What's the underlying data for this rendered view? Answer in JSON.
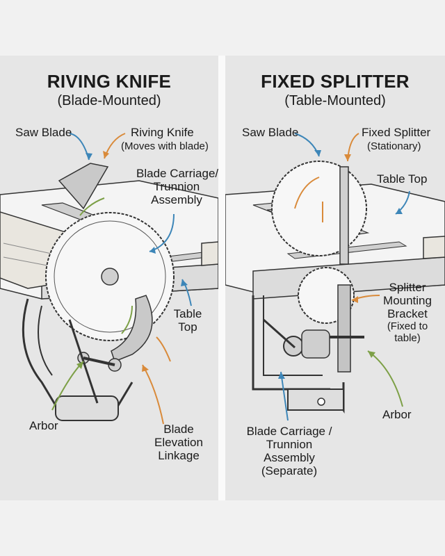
{
  "left": {
    "title": "RIVING KNIFE",
    "subtitle": "(Blade-Mounted)",
    "labels": {
      "saw_blade": "Saw Blade",
      "riving_knife": "Riving Knife",
      "riving_knife_note": "(Moves with blade)",
      "carriage_1": "Blade Carriage/",
      "carriage_2": "Trunnion",
      "carriage_3": "Assembly",
      "table_top_1": "Table",
      "table_top_2": "Top",
      "arbor": "Arbor",
      "elevation_1": "Blade",
      "elevation_2": "Elevation",
      "elevation_3": "Linkage"
    }
  },
  "right": {
    "title": "FIXED SPLITTER",
    "subtitle": "(Table-Mounted)",
    "labels": {
      "saw_blade": "Saw Blade",
      "fixed_splitter": "Fixed Splitter",
      "fixed_splitter_note": "(Stationary)",
      "table_top": "Table Top",
      "bracket_1": "Splitter",
      "bracket_2": "Mounting",
      "bracket_3": "Bracket",
      "bracket_4": "(Fixed to",
      "bracket_5": "table)",
      "arbor": "Arbor",
      "carriage_1": "Blade Carriage /",
      "carriage_2": "Trunnion",
      "carriage_3": "Assembly",
      "carriage_4": "(Separate)"
    }
  },
  "colors": {
    "blue": "#3d86b8",
    "orange": "#d98a3a",
    "green": "#7da047"
  }
}
